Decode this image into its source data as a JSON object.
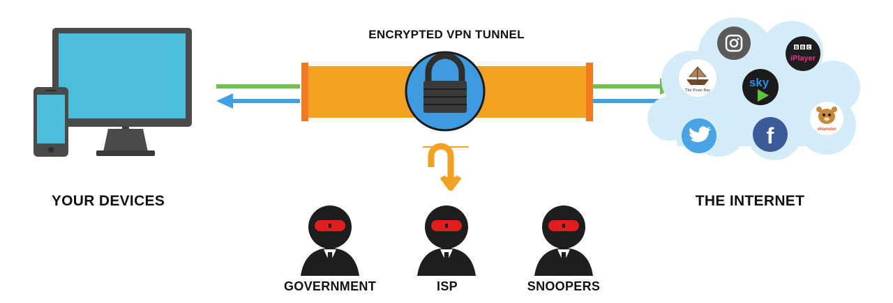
{
  "tunnel": {
    "label": "ENCRYPTED VPN TUNNEL"
  },
  "devices": {
    "label": "YOUR DEVICES"
  },
  "internet": {
    "label": "THE INTERNET",
    "services": {
      "bbc_line1": "BBC",
      "bbc_line2": "iPlayer",
      "sky": "sky",
      "facebook": "f",
      "piratebay": "The Pirate Bay",
      "xhamster": "xHamster"
    }
  },
  "observers": [
    {
      "label": "GOVERNMENT"
    },
    {
      "label": "ISP"
    },
    {
      "label": "SNOOPERS"
    }
  ],
  "colors": {
    "tunnel": "#f4a020",
    "tunnel_cap": "#f47a20",
    "outbound_arrow": "#6cc24a",
    "inbound_arrow": "#3fa0e8",
    "lock_circle": "#3f9be0",
    "cloud": "#d4ecf7",
    "screen": "#4bbfd9",
    "mask": "#e11d1d"
  },
  "icons": [
    "monitor-icon",
    "phone-icon",
    "lock-icon",
    "cloud-icon",
    "instagram-icon",
    "bbc-iplayer-icon",
    "sky-icon",
    "twitter-icon",
    "facebook-icon",
    "pirate-bay-icon",
    "xhamster-icon",
    "redirect-arrow-icon",
    "spy-icon"
  ]
}
